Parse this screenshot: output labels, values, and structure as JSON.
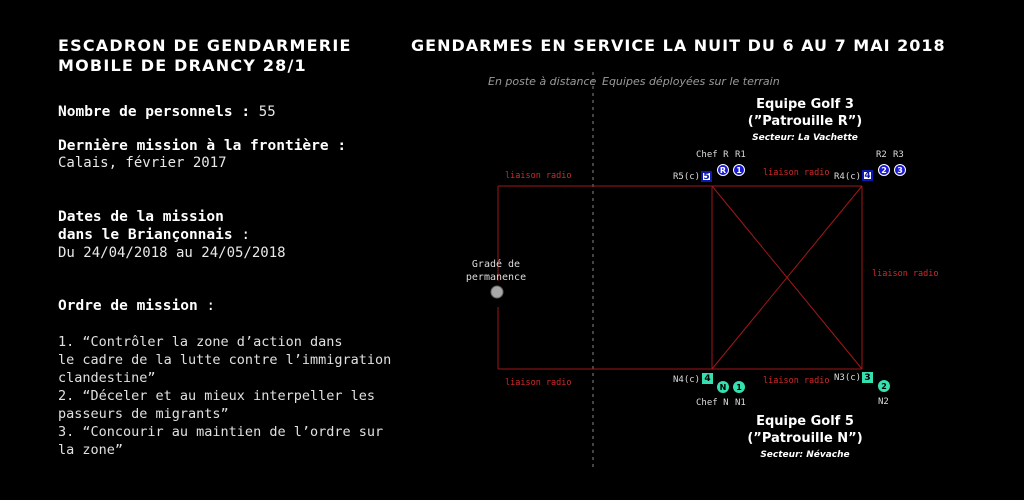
{
  "unit": {
    "line1": "ESCADRON DE GENDARMERIE",
    "line2": "MOBILE DE DRANCY 28/1"
  },
  "personnel": {
    "label": "Nombre de personnels :",
    "value": "55"
  },
  "last_mission": {
    "label": "Dernière mission à la frontière :",
    "value": "Calais, février 2017"
  },
  "dates": {
    "label1": "Dates de la mission",
    "label2": "dans le Briançonnais",
    "colon": ":",
    "value": "Du 24/04/2018 au 24/05/2018"
  },
  "orders": {
    "label": "Ordre de mission",
    "colon": ":",
    "items": [
      "1. “Contrôler la zone d’action dans\nle cadre de la lutte contre l’immigration\nclandestine”",
      "2. “Déceler et au mieux interpeller les\npasseurs de migrants”",
      "3. “Concourir au maintien de l’ordre sur\nla zone”"
    ]
  },
  "diagram": {
    "title": "GENDARMES EN SERVICE LA NUIT DU 6 AU 7 MAI 2018",
    "col_left": "En poste à distance",
    "col_right": "Equipes déployées sur le terrain",
    "grade": {
      "line1": "Gradé de",
      "line2": "permanence"
    },
    "radio_label": "liaison radio",
    "team_r": {
      "name": "Equipe Golf 3",
      "nick": "(”Patrouille R”)",
      "sector": "Secteur: La Vachette"
    },
    "team_n": {
      "name": "Equipe Golf 5",
      "nick": "(”Patrouille N”)",
      "sector": "Secteur: Névache"
    },
    "labels": {
      "chef_r": "Chef R",
      "r1": "R1",
      "r2": "R2",
      "r3": "R3",
      "r5c": "R5(c)",
      "r4c": "R4(c)",
      "n4c": "N4(c)",
      "n3c": "N3(c)",
      "chef_n": "Chef N",
      "n1": "N1",
      "n2": "N2"
    },
    "markers": {
      "r5": "5",
      "chef_r": "R",
      "r1": "1",
      "r4": "4",
      "r2": "2",
      "r3": "3",
      "n4": "4",
      "chef_n": "N",
      "n1": "1",
      "n3": "3",
      "n2": "2"
    },
    "colors": {
      "radio": "#d22a2a",
      "team_r": "#1a1ad6",
      "team_n": "#35e0b0"
    }
  }
}
